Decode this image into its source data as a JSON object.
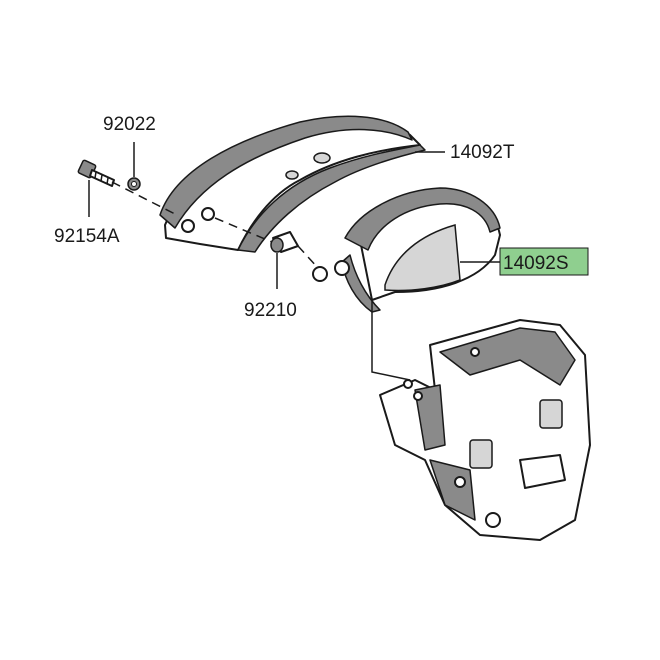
{
  "parts": {
    "washer_label": "92022",
    "bolt_label": "92154A",
    "collar_label": "92210",
    "upper_guard_label": "14092T",
    "lower_guard_label": "14092S"
  },
  "colors": {
    "highlight": "#8fcf8f",
    "line": "#1a1a1a",
    "shade": "#8a8a8a"
  }
}
